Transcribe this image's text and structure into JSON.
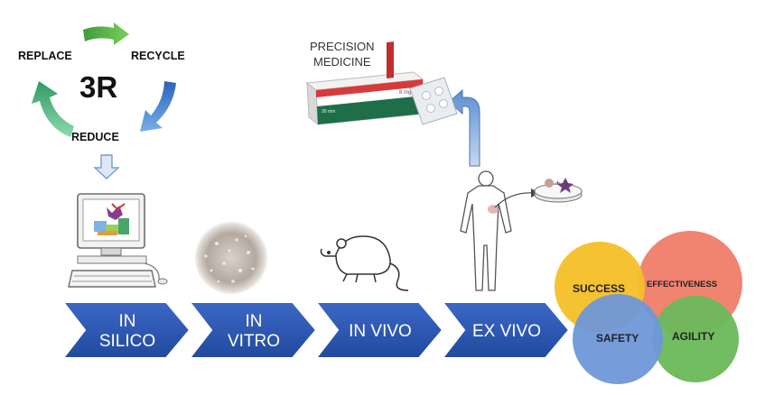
{
  "cycle": {
    "center": "3R",
    "replace": "REPLACE",
    "recycle": "RECYCLE",
    "reduce": "REDUCE"
  },
  "medicine": {
    "title_line1": "PRECISION",
    "title_line2": "MEDICINE",
    "box_text_1": "8 mg",
    "box_text_2": "30 mm"
  },
  "stages": [
    {
      "line1": "IN",
      "line2": "SILICO"
    },
    {
      "line1": "IN",
      "line2": "VITRO"
    },
    {
      "line1": "IN VIVO",
      "line2": ""
    },
    {
      "line1": "EX VIVO",
      "line2": ""
    }
  ],
  "outcomes": {
    "success": "SUCCESS",
    "effectiveness": "EFFECTIVENESS",
    "safety": "SAFETY",
    "agility": "AGILITY"
  },
  "colors": {
    "chevron": "#2c55b3",
    "chevron_dark": "#1d3f8f",
    "arrow_green_light": "#5fbf5a",
    "arrow_green_dark": "#2e8b57",
    "arrow_blue": "#3b78c9",
    "success": "#f5c02a",
    "effectiveness": "#ef7d68",
    "safety": "#6f97d8",
    "agility": "#6cb95b"
  }
}
